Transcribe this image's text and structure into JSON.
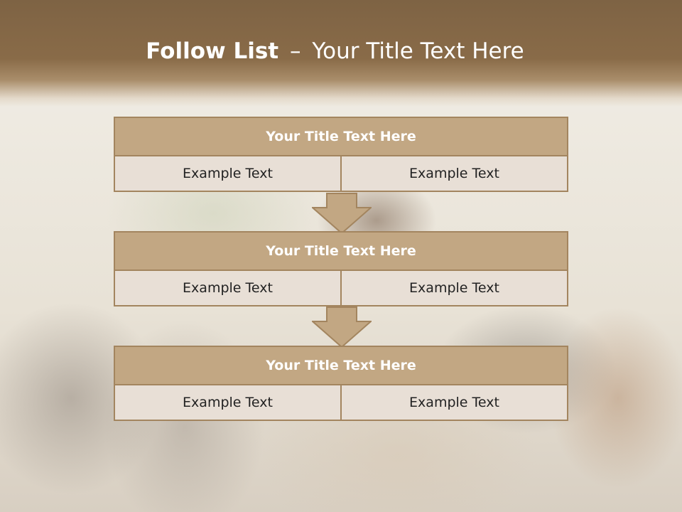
{
  "slide": {
    "title_bold": "Follow List",
    "title_sep": "–",
    "title_rest": "Your Title Text Here"
  },
  "blocks": [
    {
      "title": "Your Title Text Here",
      "left": "Example Text",
      "right": "Example Text"
    },
    {
      "title": "Your Title Text Here",
      "left": "Example Text",
      "right": "Example Text"
    },
    {
      "title": "Your Title Text Here",
      "left": "Example Text",
      "right": "Example Text"
    }
  ],
  "colors": {
    "header": "#896b48",
    "title_fill": "#c2a783",
    "cell_fill": "#e8dfd6",
    "border": "#a3855f"
  },
  "icons": [
    "down-arrow-icon"
  ]
}
